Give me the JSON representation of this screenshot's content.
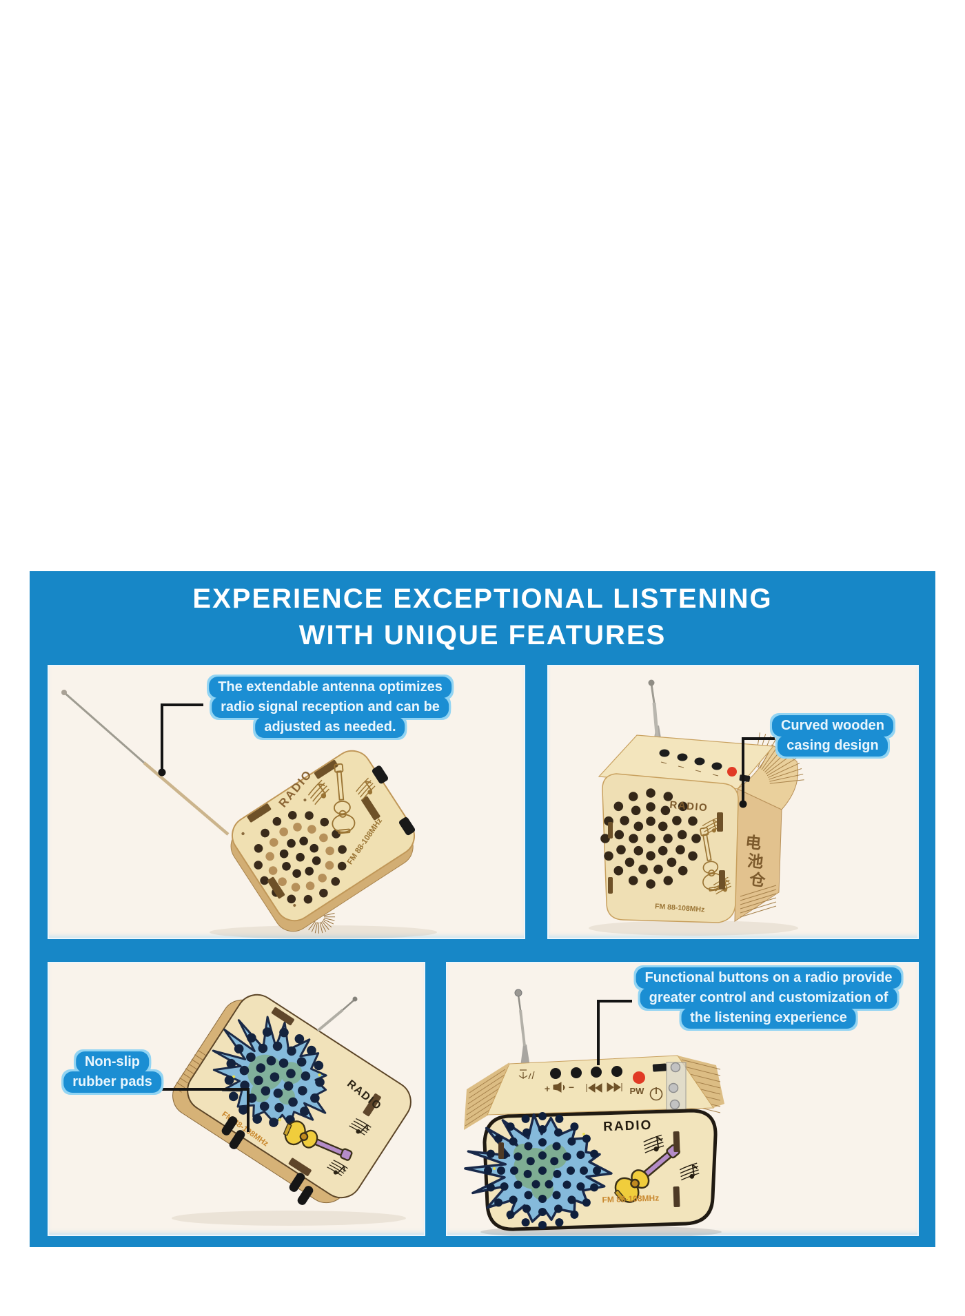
{
  "header": {
    "line1": "EXPERIENCE EXCEPTIONAL LISTENING",
    "line2": "WITH UNIQUE FEATURES"
  },
  "theme": {
    "blue": "#1787c7",
    "callout_bg": "#1b8ed3",
    "callout_border": "#92d4f3",
    "callout_text": "#eaf6fd",
    "panel_bg": "#f9f3eb",
    "connector": "#141414",
    "wood": "#f0e0b2",
    "wood_dark": "#c9a05c",
    "engrave": "#8a6434",
    "splash": "#85badb",
    "splash_outline": "#1b2a47",
    "guitar_yellow": "#f0cd3c",
    "guitar_neck": "#b48cc8",
    "fm_orange": "#c9882e",
    "pad_black": "#161616",
    "red_button": "#e13a25"
  },
  "panels": {
    "antenna": {
      "callout_lines": [
        "The extendable antenna optimizes",
        "radio signal reception and can be",
        "adjusted as needed."
      ]
    },
    "casing": {
      "callout_lines": [
        "Curved wooden",
        "casing design"
      ]
    },
    "pads": {
      "callout_lines": [
        "Non-slip",
        "rubber pads"
      ]
    },
    "buttons": {
      "callout_lines": [
        "Functional buttons on a radio provide",
        "greater control and customization of",
        "the listening experience"
      ]
    }
  },
  "radio": {
    "brand": "RADIO",
    "frequency": "FM 88-108MHz",
    "battery_label": "电池仓",
    "battery_label_chars": [
      "电",
      "池",
      "仓"
    ],
    "controls": {
      "volume_up": "+",
      "volume_down": "−",
      "power_short": "PW"
    }
  }
}
